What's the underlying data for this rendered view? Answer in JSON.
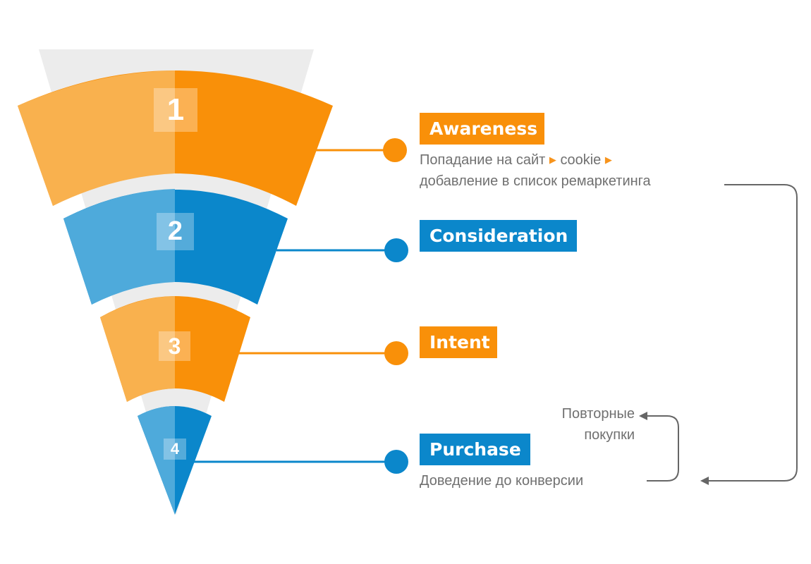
{
  "colors": {
    "orange": "#F99009",
    "orange_light": "#F9B14E",
    "blue": "#0B87CB",
    "blue_light": "#4EAADB",
    "gray_text": "#707070"
  },
  "stages": [
    {
      "number": "1",
      "label": "Awareness"
    },
    {
      "number": "2",
      "label": "Consideration"
    },
    {
      "number": "3",
      "label": "Intent"
    },
    {
      "number": "4",
      "label": "Purchase"
    }
  ],
  "awareness_desc": {
    "part1": "Попадание на сайт",
    "part2": "cookie",
    "part3": "добавление в список ремаркетинга",
    "separator_icon": "triangle-right-icon"
  },
  "purchase_desc": "Доведение до конверсии",
  "repeat_purchases": {
    "line1": "Повторные",
    "line2": "покупки"
  }
}
